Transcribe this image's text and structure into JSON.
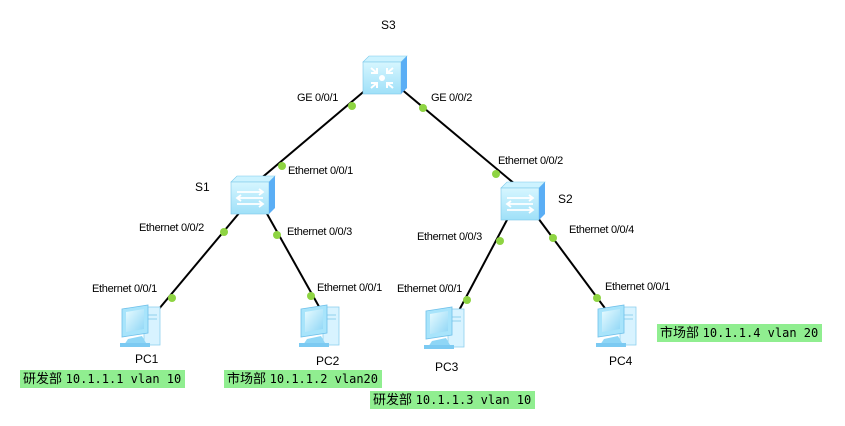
{
  "colors": {
    "link": "#000000",
    "port_dot": "#8ed442",
    "note_bg": "#90ee90",
    "device_fill": "#b9ecfc",
    "device_side": "#5aaef5"
  },
  "devices": [
    {
      "id": "S3",
      "name": "S3",
      "type": "core-switch"
    },
    {
      "id": "S1",
      "name": "S1",
      "type": "access-switch"
    },
    {
      "id": "S2",
      "name": "S2",
      "type": "access-switch"
    },
    {
      "id": "PC1",
      "name": "PC1",
      "type": "pc"
    },
    {
      "id": "PC2",
      "name": "PC2",
      "type": "pc"
    },
    {
      "id": "PC3",
      "name": "PC3",
      "type": "pc"
    },
    {
      "id": "PC4",
      "name": "PC4",
      "type": "pc"
    }
  ],
  "links": [
    {
      "from": "S3",
      "from_port": "GE 0/0/1",
      "to": "S1",
      "to_port": "Ethernet 0/0/1"
    },
    {
      "from": "S3",
      "from_port": "GE 0/0/2",
      "to": "S2",
      "to_port": "Ethernet 0/0/2"
    },
    {
      "from": "S1",
      "from_port": "Ethernet 0/0/2",
      "to": "PC1",
      "to_port": "Ethernet 0/0/1"
    },
    {
      "from": "S1",
      "from_port": "Ethernet 0/0/3",
      "to": "PC2",
      "to_port": "Ethernet 0/0/1"
    },
    {
      "from": "S2",
      "from_port": "Ethernet 0/0/3",
      "to": "PC3",
      "to_port": "Ethernet 0/0/1"
    },
    {
      "from": "S2",
      "from_port": "Ethernet 0/0/4",
      "to": "PC4",
      "to_port": "Ethernet 0/0/1"
    }
  ],
  "notes": [
    {
      "pc": "PC1",
      "dept": "研发部",
      "info": "10.1.1.1 vlan 10"
    },
    {
      "pc": "PC2",
      "dept": "市场部",
      "info": "10.1.1.2 vlan20"
    },
    {
      "pc": "PC3",
      "dept": "研发部",
      "info": "10.1.1.3 vlan 10"
    },
    {
      "pc": "PC4",
      "dept": "市场部",
      "info": "10.1.1.4 vlan 20"
    }
  ]
}
